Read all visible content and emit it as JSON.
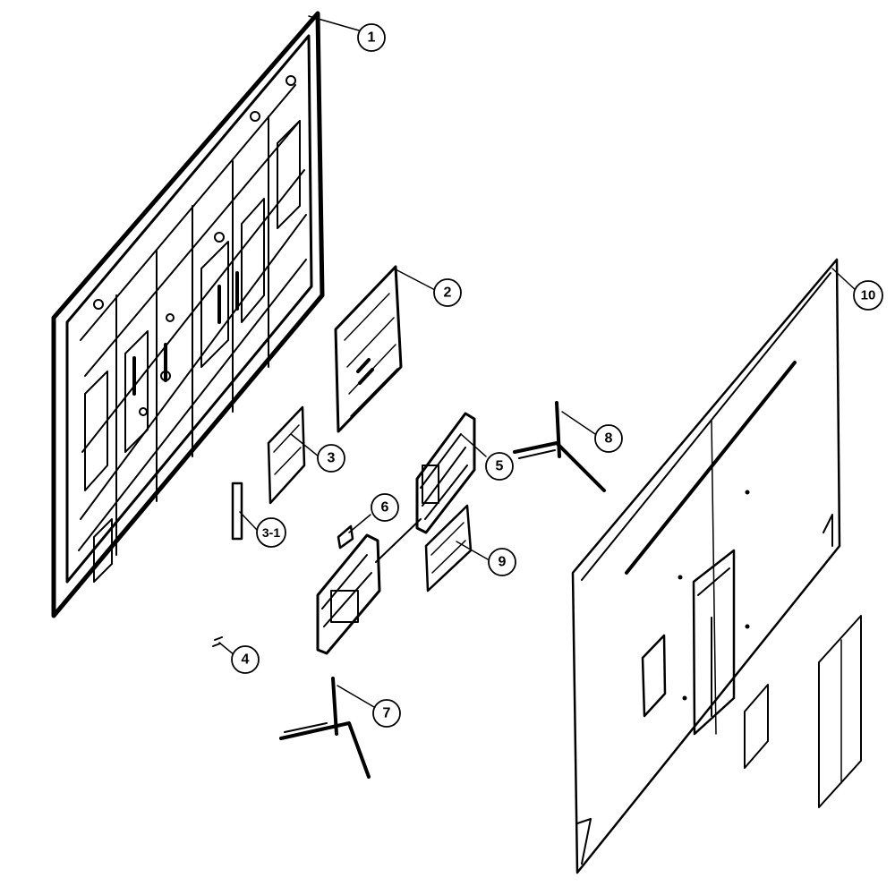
{
  "callouts": [
    {
      "id": "c1",
      "label": "1"
    },
    {
      "id": "c2",
      "label": "2"
    },
    {
      "id": "c3",
      "label": "3"
    },
    {
      "id": "c3_1",
      "label": "3-1"
    },
    {
      "id": "c4",
      "label": "4"
    },
    {
      "id": "c5",
      "label": "5"
    },
    {
      "id": "c6",
      "label": "6"
    },
    {
      "id": "c7",
      "label": "7"
    },
    {
      "id": "c8",
      "label": "8"
    },
    {
      "id": "c9",
      "label": "9"
    },
    {
      "id": "c10",
      "label": "10"
    }
  ]
}
